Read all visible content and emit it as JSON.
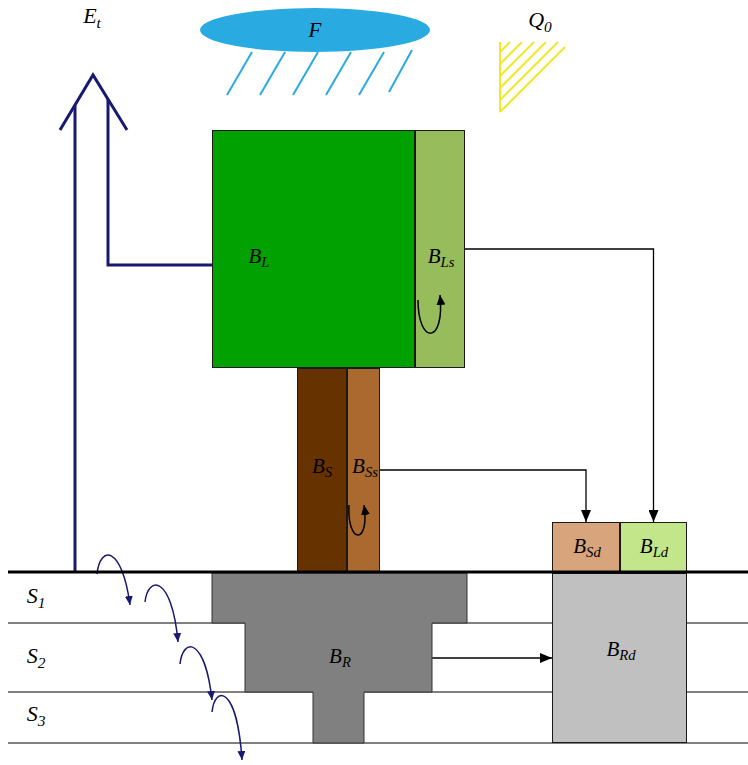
{
  "diagram": {
    "nodes": [
      {
        "text": [
          "F"
        ]
      },
      {
        "text": [
          "BL"
        ]
      },
      {
        "text": [
          "BLs"
        ]
      },
      {
        "text": [
          "BS"
        ]
      },
      {
        "text": [
          "BSs"
        ]
      },
      {
        "text": [
          "BSd"
        ]
      },
      {
        "text": [
          "BLd"
        ]
      },
      {
        "text": [
          "BR"
        ]
      },
      {
        "text": [
          "BRd"
        ]
      }
    ],
    "edges": [
      {
        "from": 2,
        "to": 6,
        "arrow": "to"
      },
      {
        "from": 4,
        "to": 5,
        "arrow": "to"
      },
      {
        "from": 7,
        "to": 8,
        "arrow": "to"
      }
    ],
    "labels": [
      "Et",
      "Q0",
      "S1",
      "S2",
      "S3"
    ]
  }
}
